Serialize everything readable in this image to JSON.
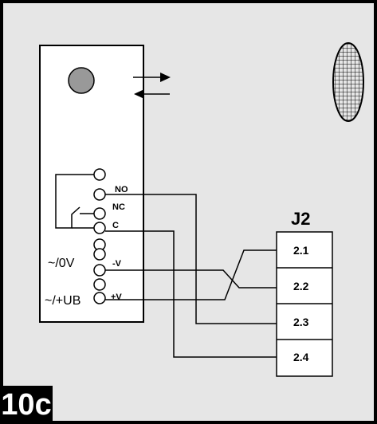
{
  "figure_label": "10c",
  "connector": {
    "title": "J2",
    "pins": [
      "2.1",
      "2.2",
      "2.3",
      "2.4"
    ]
  },
  "device": {
    "terminal_labels": {
      "no": "NO",
      "nc": "NC",
      "c": "C",
      "minus_v": "-V",
      "plus_v": "+V"
    },
    "side_labels": {
      "zero_v": "~/0V",
      "plus_ub": "~/+UB"
    }
  },
  "colors": {
    "background_panel": "#e6e6e6",
    "device_body": "#ffffff",
    "sensor_fill": "#999999",
    "line": "#000000"
  }
}
